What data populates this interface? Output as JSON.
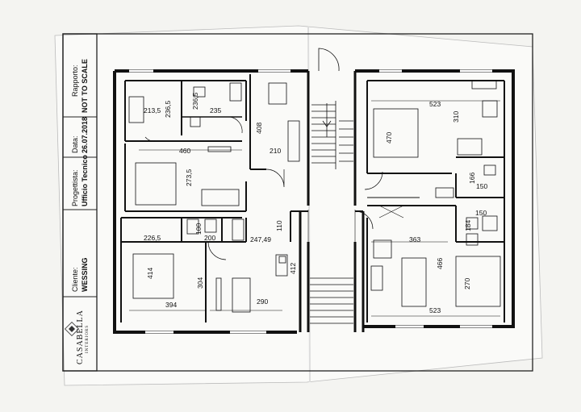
{
  "title_block": {
    "ratio_label": "Rapporto:",
    "ratio_value": "NOT TO SCALE",
    "date_label": "Data:",
    "date_value": "26.07.2018",
    "designer_label": "Progettista:",
    "designer_value": "Ufficio Tecnico",
    "client_label": "Cliente:",
    "client_value": "WESSING",
    "logo_name": "CASABELLA",
    "logo_sub": "INTERIORS"
  },
  "dimensions": {
    "d_213_5": "213,5",
    "d_236_5a": "236,5",
    "d_236_5b": "236,5",
    "d_235": "235",
    "d_408": "408",
    "d_460": "460",
    "d_210": "210",
    "d_273_5": "273,5",
    "d_226_5": "226,5",
    "d_100": "100",
    "d_200": "200",
    "d_110": "110",
    "d_247_49": "247,49",
    "d_414": "414",
    "d_304": "304",
    "d_412": "412",
    "d_394": "394",
    "d_290": "290",
    "d_523_top": "523",
    "d_310": "310",
    "d_470": "470",
    "d_166": "166",
    "d_150_a": "150",
    "d_150_b": "150",
    "d_184": "184",
    "d_363": "363",
    "d_466": "466",
    "d_270": "270",
    "d_523_bottom": "523"
  }
}
